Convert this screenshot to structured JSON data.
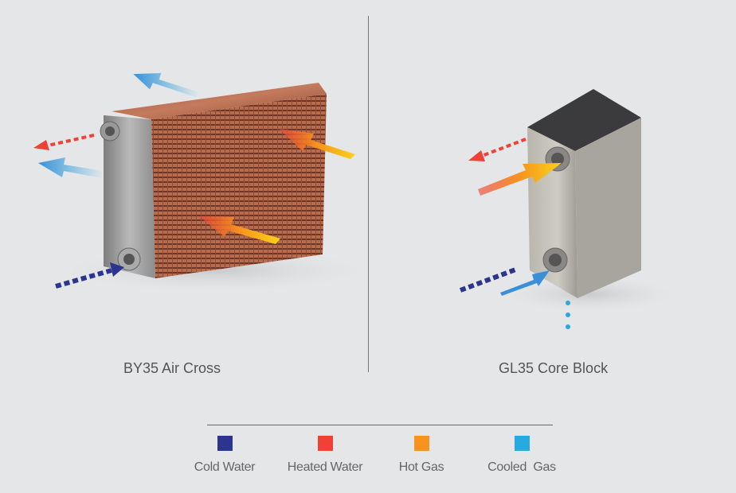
{
  "products": [
    {
      "name": "BY35 Air Cross"
    },
    {
      "name": "GL35 Core Block"
    }
  ],
  "legend": [
    {
      "label": "Cold Water",
      "color": "#2b3590"
    },
    {
      "label": "Heated Water",
      "color": "#ef4136"
    },
    {
      "label": "Hot Gas",
      "color": "#f7941d"
    },
    {
      "label": "Cooled  Gas",
      "color": "#27aae1"
    }
  ]
}
